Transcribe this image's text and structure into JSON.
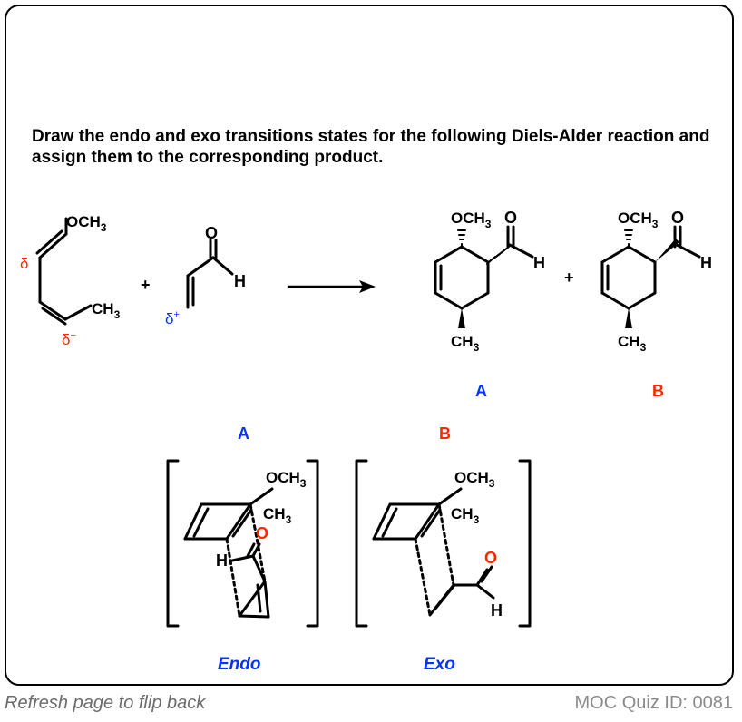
{
  "question": "Draw the endo and exo transitions states for the following Diels-Alder reaction and assign them to the corresponding product.",
  "footer": {
    "left": "Refresh page to flip back",
    "right": "MOC Quiz ID: 0081"
  },
  "colors": {
    "red": "#ff2600",
    "blue": "#0433ff",
    "text": "#000000",
    "footer_gray": "#6b6b6b"
  },
  "labels": {
    "och3": "OCH",
    "ch3": "CH",
    "sub3": "3",
    "o": "O",
    "h": "H",
    "plus": "+",
    "delta": "δ",
    "minus": "−",
    "plus_sup": "+"
  },
  "products": {
    "a": "A",
    "b": "B"
  },
  "transition_states": {
    "endo": {
      "letter": "A",
      "caption": "Endo"
    },
    "exo": {
      "letter": "B",
      "caption": "Exo"
    }
  }
}
